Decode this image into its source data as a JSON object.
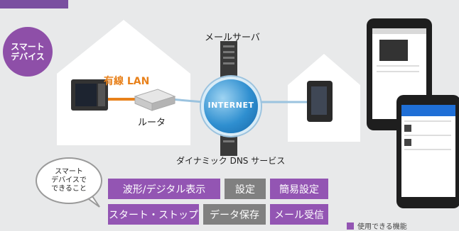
{
  "badge": "スマート\nデバイス",
  "router_label": "ルータ",
  "wired_lan_label": "有線 LAN",
  "mail_server_label": "メールサーバ",
  "internet_label": "INTERNET",
  "dns_label": "ダイナミック DNS サービス",
  "bubble_text": "スマート\nデバイスで\nできること",
  "features": [
    {
      "label": "波形/デジタル表示",
      "available": true
    },
    {
      "label": "設定",
      "available": false
    },
    {
      "label": "簡易設定",
      "available": true
    },
    {
      "label": "スタート・ストップ",
      "available": true
    },
    {
      "label": "データ保存",
      "available": false
    },
    {
      "label": "メール受信",
      "available": true
    }
  ],
  "legend": "使用できる機能",
  "colors": {
    "accent": "#9355b3",
    "lan": "#e8811b",
    "globe": "#2f8fd0"
  }
}
